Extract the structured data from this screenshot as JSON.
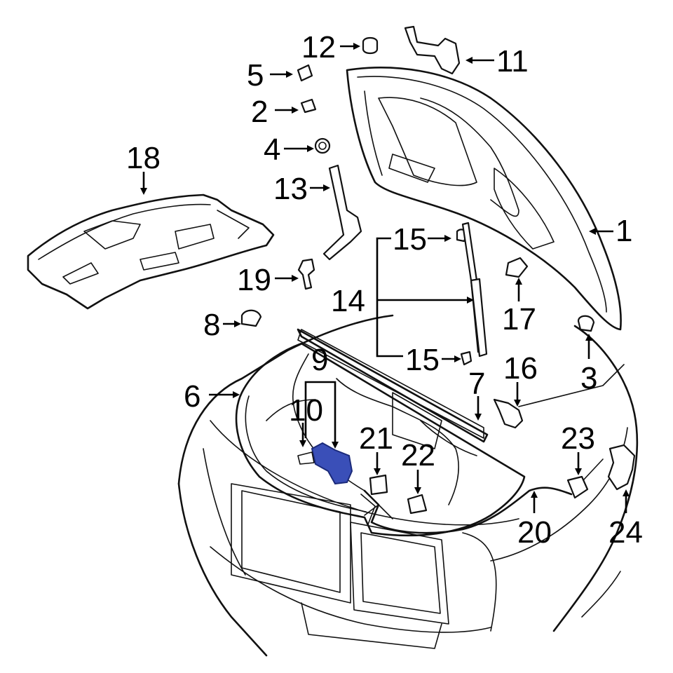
{
  "diagram": {
    "highlight_color": "#3a4fb8",
    "callouts": [
      {
        "id": "c1",
        "text": "1"
      },
      {
        "id": "c2",
        "text": "2"
      },
      {
        "id": "c3",
        "text": "3"
      },
      {
        "id": "c4",
        "text": "4"
      },
      {
        "id": "c5",
        "text": "5"
      },
      {
        "id": "c6",
        "text": "6"
      },
      {
        "id": "c7",
        "text": "7"
      },
      {
        "id": "c8",
        "text": "8"
      },
      {
        "id": "c9",
        "text": "9"
      },
      {
        "id": "c10",
        "text": "10"
      },
      {
        "id": "c11",
        "text": "11"
      },
      {
        "id": "c12",
        "text": "12"
      },
      {
        "id": "c13",
        "text": "13"
      },
      {
        "id": "c14",
        "text": "14"
      },
      {
        "id": "c15a",
        "text": "15"
      },
      {
        "id": "c15b",
        "text": "15"
      },
      {
        "id": "c16",
        "text": "16"
      },
      {
        "id": "c17",
        "text": "17"
      },
      {
        "id": "c18",
        "text": "18"
      },
      {
        "id": "c19",
        "text": "19"
      },
      {
        "id": "c20",
        "text": "20"
      },
      {
        "id": "c21",
        "text": "21"
      },
      {
        "id": "c22",
        "text": "22"
      },
      {
        "id": "c23",
        "text": "23"
      },
      {
        "id": "c24",
        "text": "24"
      }
    ]
  }
}
